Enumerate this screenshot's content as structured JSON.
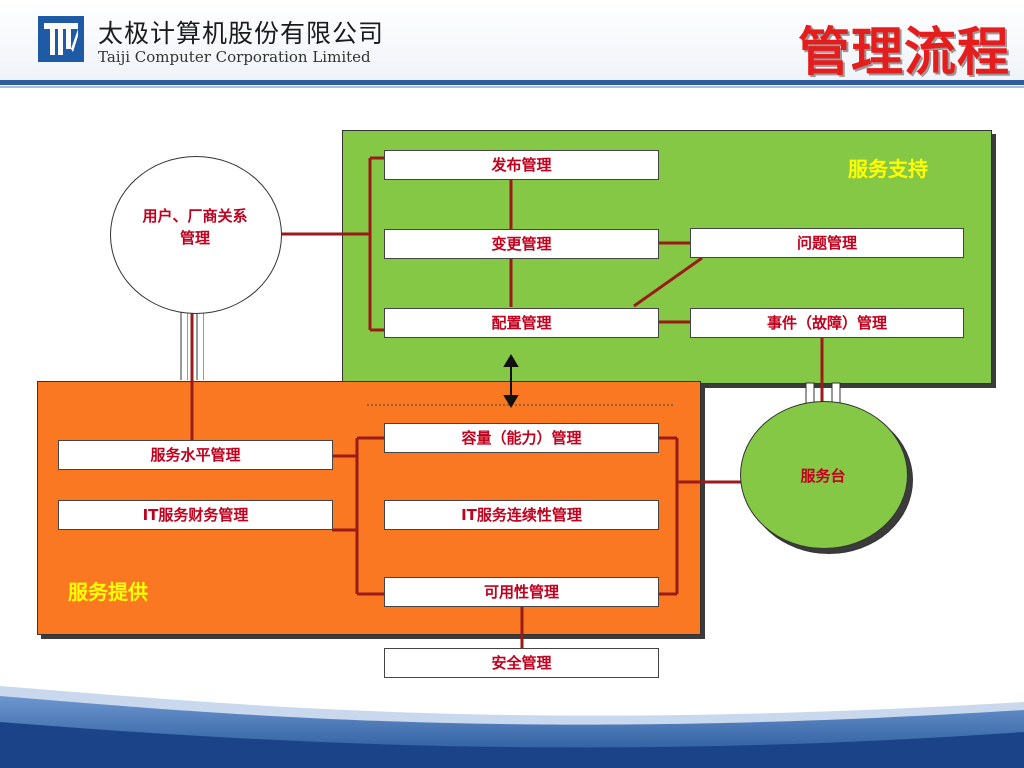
{
  "header": {
    "company_cn": "太极计算机股份有限公司",
    "company_en": "Taiji Computer Corporation Limited",
    "title": "管理流程"
  },
  "diagram": {
    "support_label": "服务支持",
    "provide_label": "服务提供",
    "support": {
      "release": "发布管理",
      "change": "变更管理",
      "config": "配置管理",
      "problem": "问题管理",
      "incident": "事件（故障）管理"
    },
    "provide": {
      "service_level": "服务水平管理",
      "it_finance": "IT服务财务管理",
      "capacity": "容量（能力）管理",
      "continuity": "IT服务连续性管理",
      "availability": "可用性管理"
    },
    "security": "安全管理",
    "relationship_line1": "用户、厂商关系",
    "relationship_line2": "管理",
    "service_desk": "服务台"
  },
  "colors": {
    "support_bg": "#84c845",
    "provide_bg": "#fb7822",
    "connector": "#9b1a1a",
    "text_red": "#c0001d",
    "label_yellow": "#ffff00",
    "title_red": "#e51d1d"
  }
}
